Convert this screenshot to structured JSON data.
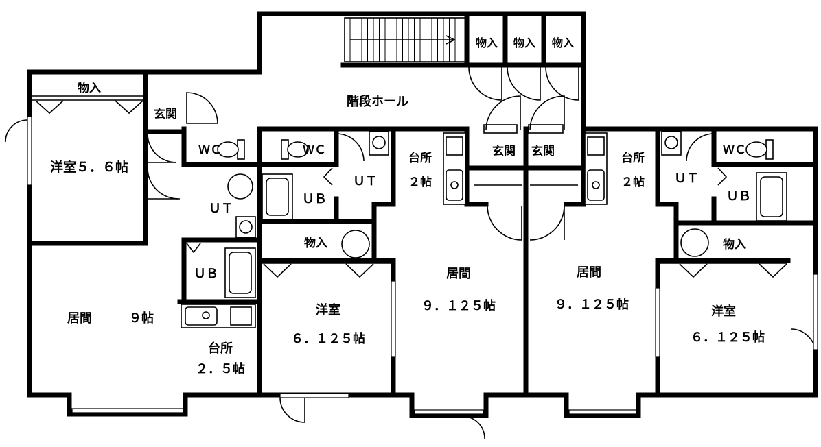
{
  "labels": {
    "store_left": "物入",
    "western_left": "洋室５．６帖",
    "entry_left": "玄関",
    "wc_left": "ＷＣ",
    "ut_left": "ＵＴ",
    "ub_left": "ＵＢ",
    "living_left": "居間",
    "living_left_size": "９帖",
    "kitchen_left": "台所",
    "kitchen_left_size": "２．５帖",
    "stair_hall": "階段ホール",
    "store_top_1": "物入",
    "store_top_2": "物入",
    "store_top_3": "物入",
    "wc_mid_left": "ＷＣ",
    "ub_mid_left": "ＵＢ",
    "ut_mid_left": "ＵＴ",
    "kitchen_mid_left": "台所",
    "kitchen_mid_left_size": "２帖",
    "entry_mid_left": "玄関",
    "entry_mid_right": "玄関",
    "kitchen_mid_right": "台所",
    "kitchen_mid_right_size": "２帖",
    "ut_mid_right": "ＵＴ",
    "wc_mid_right": "ＷＣ",
    "ub_mid_right": "ＵＢ",
    "store_mid_left": "物入",
    "western_mid_left": "洋室",
    "western_mid_left_size": "６．１２５帖",
    "living_mid_left": "居間",
    "living_mid_left_size": "９．１２５帖",
    "living_mid_right": "居間",
    "living_mid_right_size": "９．１２５帖",
    "store_mid_right": "物入",
    "western_right": "洋室",
    "western_right_size": "６．１２５帖"
  }
}
